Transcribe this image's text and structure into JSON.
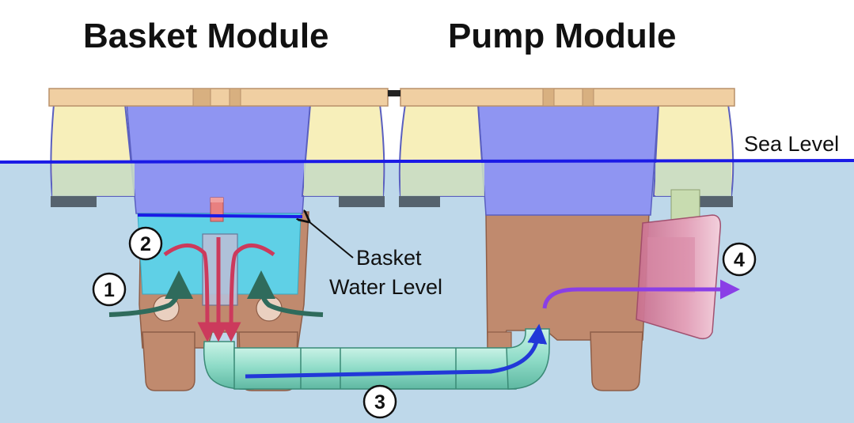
{
  "titles": {
    "basket": "Basket Module",
    "pump": "Pump Module"
  },
  "labels": {
    "sea_level": "Sea Level",
    "basket_water_line1": "Basket",
    "basket_water_line2": "Water Level"
  },
  "markers": [
    "1",
    "2",
    "3",
    "4"
  ],
  "colors": {
    "sea": "#bed8ea",
    "sea_line": "#1a1ae6",
    "tray_wood": "#f0cfa2",
    "float": "#f7efba",
    "float_submerged": "#c8dcc4",
    "tank_upper": "#8f95f2",
    "basket_water": "#5fd0e6",
    "module_lower": "#c08a6e",
    "pipe": "#8fdcc8",
    "inflow_arrow": "#2f6b5c",
    "drain_arrow": "#cc3a5c",
    "flow_arrow": "#2238d8",
    "outflow_arrow": "#8a3fe6",
    "outlet": "#d98aa6"
  }
}
